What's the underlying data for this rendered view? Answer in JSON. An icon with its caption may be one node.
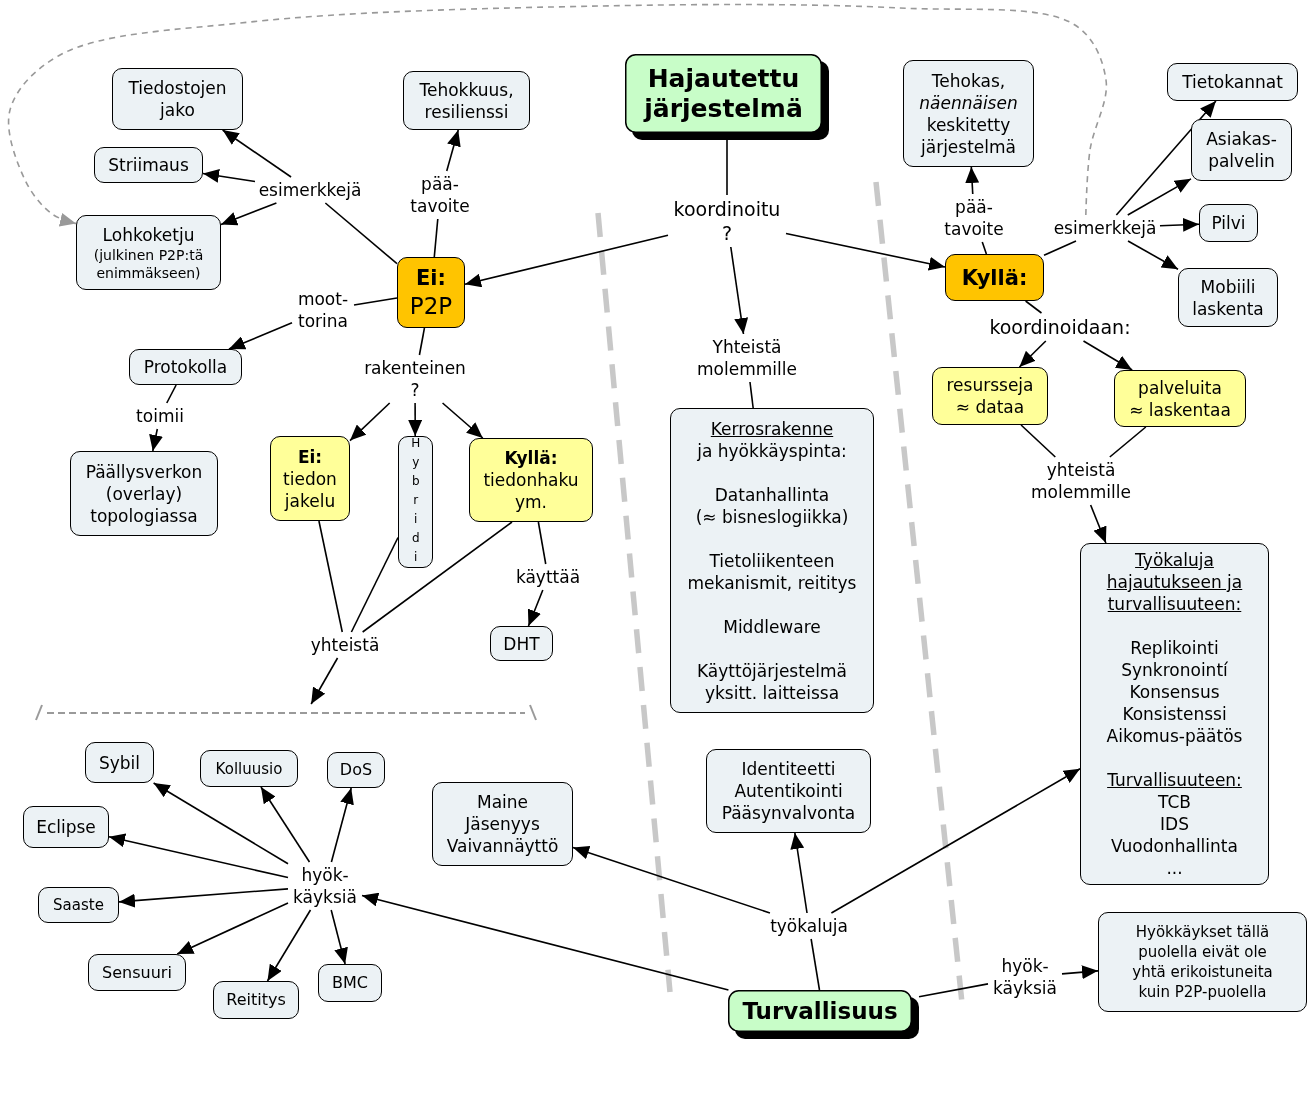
{
  "diagram": {
    "nodes": [
      {
        "text": [
          "Tiedostojen jako"
        ]
      },
      {
        "text": [
          "Tehokkuus, resilienssi"
        ]
      },
      {
        "text": [
          "Hajautettu järjestelmä"
        ]
      },
      {
        "text": [
          "Tehokas, *näennäisen* keskitetty järjestelmä"
        ]
      },
      {
        "text": [
          "Tietokannat"
        ]
      },
      {
        "text": [
          "Asiakas- palvelin"
        ]
      },
      {
        "text": [
          "Striimaus"
        ]
      },
      {
        "text": [
          "esimerkkejä"
        ]
      },
      {
        "text": [
          "pää- tavoite"
        ]
      },
      {
        "text": [
          "koordinoitu ?"
        ]
      },
      {
        "text": [
          "Pilvi"
        ]
      },
      {
        "text": [
          "pää- tavoite"
        ]
      },
      {
        "text": [
          "esimerkkejä"
        ]
      },
      {
        "text": [
          "Lohkoketju",
          "(julkinen P2P:tä enimmäkseen)"
        ]
      },
      {
        "text": [
          "Ei:",
          "P2P"
        ]
      },
      {
        "text": [
          "Kyllä:"
        ]
      },
      {
        "text": [
          "Mobiili laskenta"
        ]
      },
      {
        "text": [
          "moot- torina"
        ]
      },
      {
        "text": [
          "koordinoidaan:"
        ]
      },
      {
        "text": [
          "Protokolla"
        ]
      },
      {
        "text": [
          "Yhteistä molemmille"
        ]
      },
      {
        "text": [
          "rakenteinen ?"
        ]
      },
      {
        "text": [
          "resursseja ≈ dataa"
        ]
      },
      {
        "text": [
          "palveluita ≈ laskentaa"
        ]
      },
      {
        "text": [
          "Kerrosrakenne",
          "ja hyökkäyspinta:",
          "Datanhallinta",
          "(≈ bisneslogiikka)",
          "Tietoliikenteen mekanismit, reititys",
          "Middleware",
          "Käyttöjärjestelmä yksitt. laitteissa"
        ]
      },
      {
        "text": [
          "toimii"
        ]
      },
      {
        "text": [
          "Ei:",
          "tiedon jakelu"
        ]
      },
      {
        "text": [
          "Hybridi"
        ]
      },
      {
        "text": [
          "Kyllä:",
          "tiedonhaku ym."
        ]
      },
      {
        "text": [
          "Päällysverkon (overlay) topologiassa"
        ]
      },
      {
        "text": [
          "yhteistä molemmille"
        ]
      },
      {
        "text": [
          "Työkaluja hajautukseen ja turvallisuuteen:",
          "Replikointi",
          "Synkronointí",
          "Konsensus",
          "Konsistenssi",
          "Aikomus-päätös",
          "Turvallisuuteen:",
          "TCB",
          "IDS",
          "Vuodonhallinta",
          "..."
        ]
      },
      {
        "text": [
          "käyttää"
        ]
      },
      {
        "text": [
          "DHT"
        ]
      },
      {
        "text": [
          "yhteistä"
        ]
      },
      {
        "text": [],
        "shape": "bracket"
      },
      {
        "text": [
          "Sybil"
        ]
      },
      {
        "text": [
          "Kolluusio"
        ]
      },
      {
        "text": [
          "DoS"
        ]
      },
      {
        "text": [
          "Identiteetti",
          "Autentikointi",
          "Pääsynvalvonta"
        ]
      },
      {
        "text": [
          "Maine",
          "Jäsenyys",
          "Vaivannäyttö"
        ]
      },
      {
        "text": [
          "Eclipse"
        ]
      },
      {
        "text": [
          "hyök- käyksiä"
        ]
      },
      {
        "text": [
          "Saaste"
        ]
      },
      {
        "text": [
          "työkaluja"
        ]
      },
      {
        "text": [
          "Hyökkäykset tällä puolella eivät ole yhtä erikoistuneita kuin P2P-puolella"
        ]
      },
      {
        "text": [
          "Sensuuri"
        ]
      },
      {
        "text": [
          "BMC"
        ]
      },
      {
        "text": [
          "hyök- käyksiä"
        ]
      },
      {
        "text": [
          "Reititys"
        ]
      },
      {
        "text": [
          "Turvallisuus"
        ]
      }
    ],
    "edges": [
      {
        "from": 2,
        "to": 9,
        "arrow": "none"
      },
      {
        "from": 9,
        "to": 14,
        "arrow": "to"
      },
      {
        "from": 9,
        "to": 15,
        "arrow": "to"
      },
      {
        "from": 9,
        "to": 20,
        "arrow": "to"
      },
      {
        "from": 20,
        "to": 24,
        "arrow": "none"
      },
      {
        "from": 14,
        "to": 7,
        "arrow": "none"
      },
      {
        "from": 7,
        "to": 0,
        "arrow": "to"
      },
      {
        "from": 7,
        "to": 6,
        "arrow": "to"
      },
      {
        "from": 7,
        "to": 13,
        "arrow": "to"
      },
      {
        "from": 14,
        "to": 8,
        "arrow": "none"
      },
      {
        "from": 8,
        "to": 1,
        "arrow": "to"
      },
      {
        "from": 14,
        "to": 17,
        "arrow": "none"
      },
      {
        "from": 17,
        "to": 19,
        "arrow": "to"
      },
      {
        "from": 19,
        "to": 25,
        "arrow": "none"
      },
      {
        "from": 25,
        "to": 29,
        "arrow": "to"
      },
      {
        "from": 14,
        "to": 21,
        "arrow": "none"
      },
      {
        "from": 21,
        "to": 26,
        "arrow": "to"
      },
      {
        "from": 21,
        "to": 27,
        "arrow": "to"
      },
      {
        "from": 21,
        "to": 28,
        "arrow": "to"
      },
      {
        "from": 26,
        "to": 34,
        "arrow": "none"
      },
      {
        "from": 27,
        "to": 34,
        "arrow": "none"
      },
      {
        "from": 28,
        "to": 34,
        "arrow": "none"
      },
      {
        "from": 34,
        "to": 35,
        "arrow": "to"
      },
      {
        "from": 28,
        "to": 32,
        "arrow": "none"
      },
      {
        "from": 32,
        "to": 33,
        "arrow": "to"
      },
      {
        "from": 15,
        "to": 11,
        "arrow": "none"
      },
      {
        "from": 11,
        "to": 3,
        "arrow": "to"
      },
      {
        "from": 15,
        "to": 12,
        "arrow": "none"
      },
      {
        "from": 12,
        "to": 4,
        "arrow": "to"
      },
      {
        "from": 12,
        "to": 5,
        "arrow": "to"
      },
      {
        "from": 12,
        "to": 10,
        "arrow": "to"
      },
      {
        "from": 12,
        "to": 16,
        "arrow": "to"
      },
      {
        "from": 12,
        "to": 13,
        "arrow": "to",
        "style": "dashed",
        "color": "#999999"
      },
      {
        "from": 15,
        "to": 18,
        "arrow": "none"
      },
      {
        "from": 18,
        "to": 22,
        "arrow": "to"
      },
      {
        "from": 18,
        "to": 23,
        "arrow": "to"
      },
      {
        "from": 22,
        "to": 30,
        "arrow": "none"
      },
      {
        "from": 23,
        "to": 30,
        "arrow": "none"
      },
      {
        "from": 30,
        "to": 31,
        "arrow": "to"
      },
      {
        "from": 50,
        "to": 44,
        "arrow": "none"
      },
      {
        "from": 44,
        "to": 39,
        "arrow": "to"
      },
      {
        "from": 44,
        "to": 31,
        "arrow": "to"
      },
      {
        "from": 44,
        "to": 40,
        "arrow": "to"
      },
      {
        "from": 50,
        "to": 42,
        "arrow": "to"
      },
      {
        "from": 42,
        "to": 36,
        "arrow": "to"
      },
      {
        "from": 42,
        "to": 37,
        "arrow": "to"
      },
      {
        "from": 42,
        "to": 38,
        "arrow": "to"
      },
      {
        "from": 42,
        "to": 41,
        "arrow": "to"
      },
      {
        "from": 42,
        "to": 43,
        "arrow": "to"
      },
      {
        "from": 42,
        "to": 46,
        "arrow": "to"
      },
      {
        "from": 42,
        "to": 49,
        "arrow": "to"
      },
      {
        "from": 42,
        "to": 47,
        "arrow": "to"
      },
      {
        "from": 50,
        "to": 48,
        "arrow": "none"
      },
      {
        "from": 48,
        "to": 45,
        "arrow": "to"
      }
    ]
  }
}
